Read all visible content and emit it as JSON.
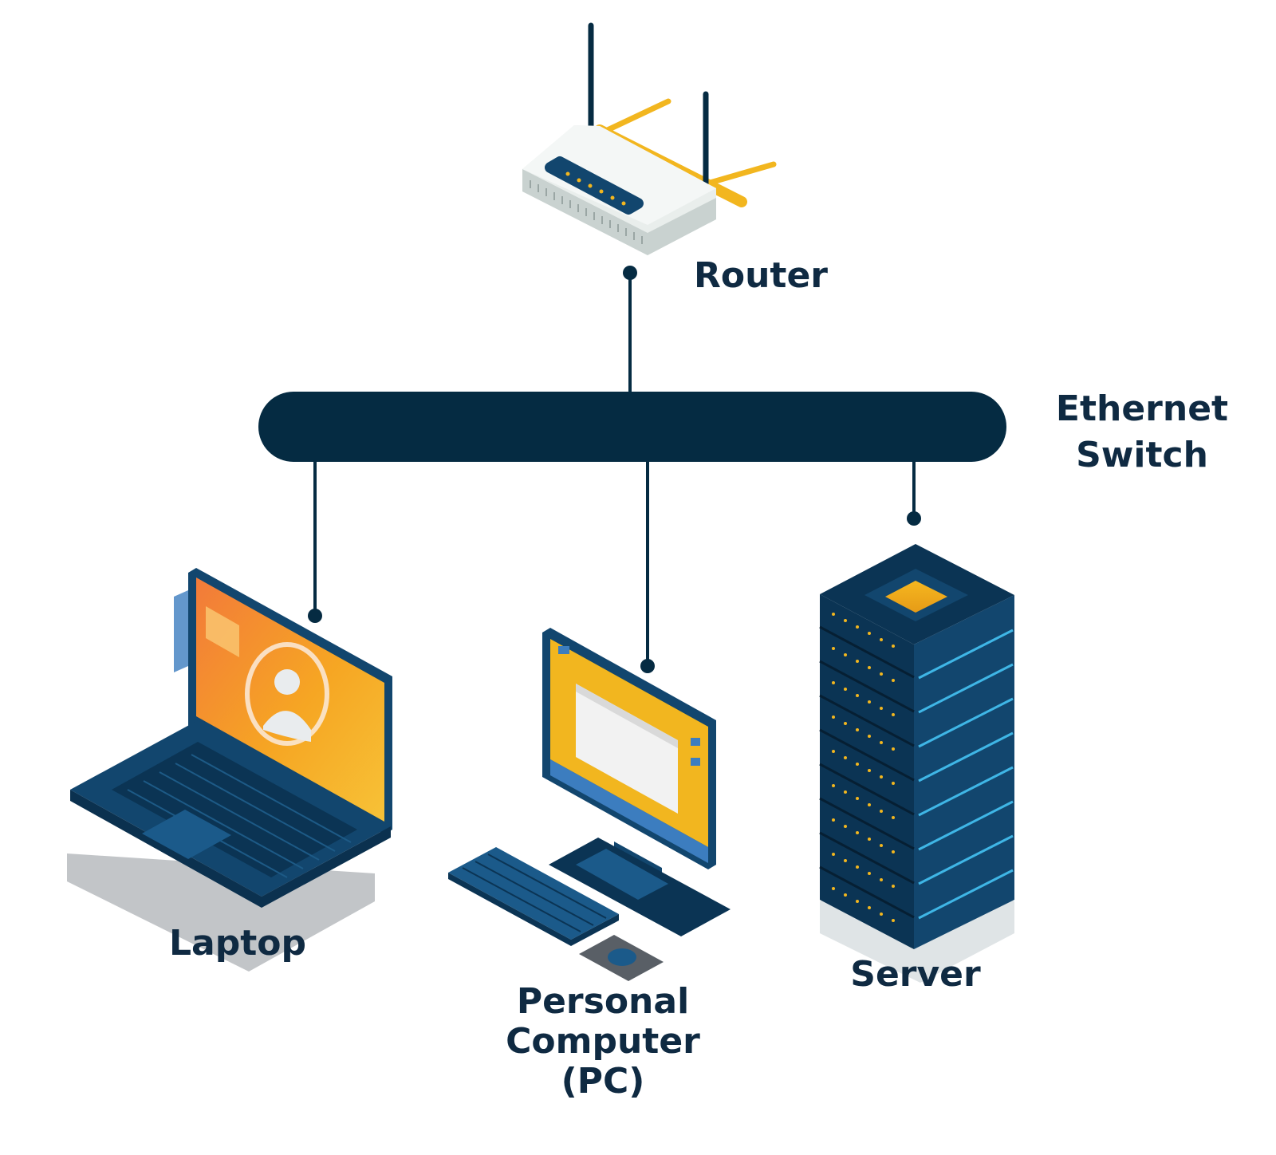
{
  "diagram": {
    "router_label": "Router",
    "switch_label_line1": "Ethernet",
    "switch_label_line2": "Switch",
    "laptop_label": "Laptop",
    "pc_label_line1": "Personal",
    "pc_label_line2": "Computer",
    "pc_label_line3": "(PC)",
    "server_label": "Server"
  },
  "colors": {
    "navy": "#052b42",
    "label_text": "#0f2a42",
    "device_blue": "#12466e",
    "screen_orange": "#f6a623",
    "accent_yellow": "#f2b61f",
    "server_light": "#3fb6e6"
  },
  "connections": [
    {
      "from": "router",
      "to": "ethernet-switch"
    },
    {
      "from": "ethernet-switch",
      "to": "laptop"
    },
    {
      "from": "ethernet-switch",
      "to": "personal-computer"
    },
    {
      "from": "ethernet-switch",
      "to": "server"
    }
  ]
}
